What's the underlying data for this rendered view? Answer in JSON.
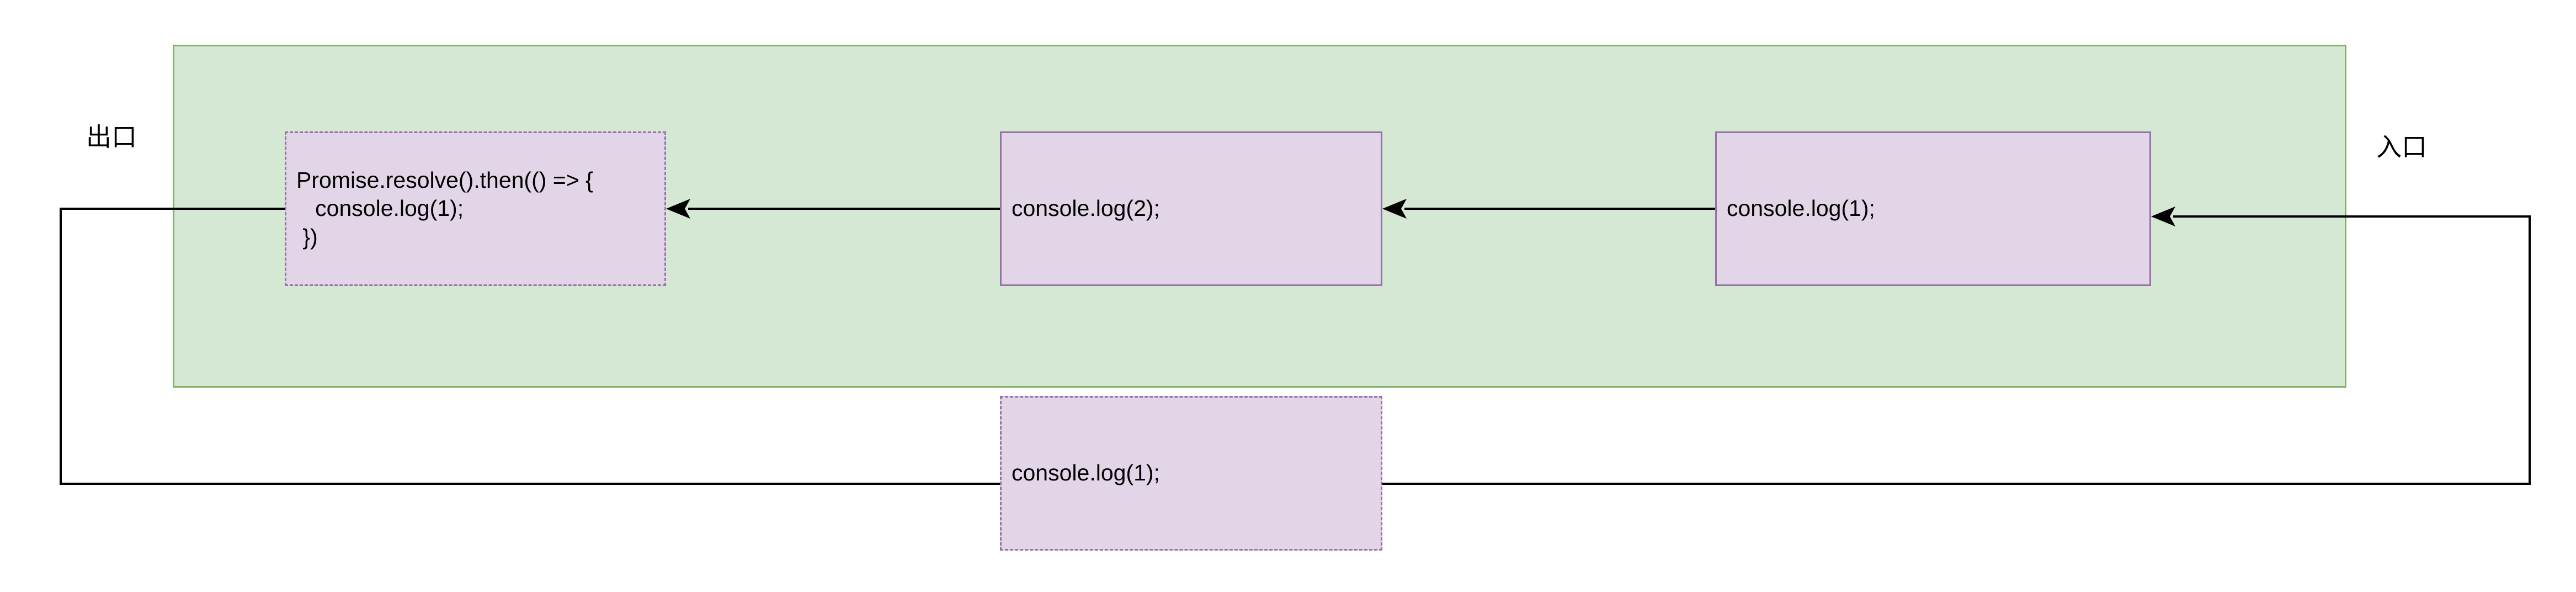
{
  "labels": {
    "exit": "出口",
    "entry": "入口"
  },
  "nodes": {
    "promise_then": "Promise.resolve().then(() => {\n   console.log(1);\n })",
    "log_2": "console.log(2);",
    "log_1_top": "console.log(1);",
    "log_1_bottom": "console.log(1);"
  },
  "colors": {
    "container_fill": "#d5e8d4",
    "container_border": "#82b366",
    "node_fill": "#e1d5e7",
    "node_border": "#9673a6",
    "edge": "#000000"
  }
}
